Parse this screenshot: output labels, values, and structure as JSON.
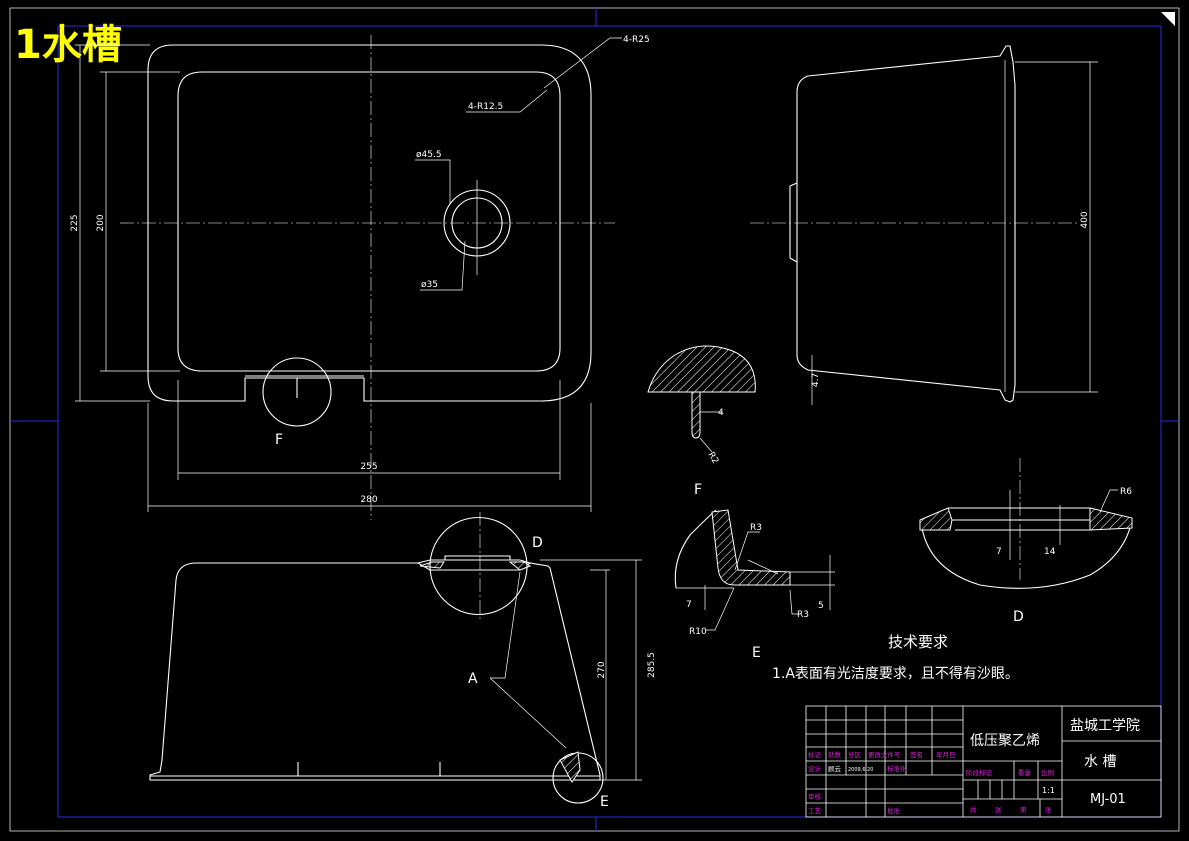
{
  "title": "1水槽",
  "dims": {
    "corner_r25": "4-R25",
    "corner_r125": "4-R12.5",
    "hole_outer": "ø45.5",
    "hole_inner": "ø35",
    "height_225": "225",
    "height_200": "200",
    "width_255": "255",
    "width_280": "280",
    "side_400": "400",
    "side_small": "4.7",
    "f_thick": "4",
    "f_radius": "R2",
    "d_radius": "R6",
    "d_7": "7",
    "d_14": "14",
    "e_r3a": "R3",
    "e_r3b": "R3",
    "e_r10": "R10",
    "e_7": "7",
    "e_5": "5",
    "front_270": "270",
    "front_2855": "285.5"
  },
  "labels": {
    "f_top": "F",
    "f_detail": "F",
    "d_front": "D",
    "d_detail": "D",
    "e_front": "E",
    "e_detail": "E",
    "a_front": "A"
  },
  "notes": {
    "heading": "技术要求",
    "item1": "1.A表面有光洁度要求，且不得有沙眼。"
  },
  "titleblock": {
    "material": "低压聚乙烯",
    "school": "盐城工学院",
    "part_name": "水  槽",
    "drawing_no": "MJ-01",
    "scale": "1:1",
    "row_headers": [
      "标记",
      "处数",
      "分区",
      "更改文件号",
      "签名",
      "年月日"
    ],
    "design": "设计",
    "designer": "顾云",
    "design_date": "2009.6.20",
    "standardize": "标准化",
    "check": "审核",
    "process": "工艺",
    "approve": "批准",
    "stage_mark": "阶段标记",
    "weight": "重量",
    "ratio": "比例",
    "total": "共",
    "sheets": "张",
    "page": "第",
    "sheet": "张"
  },
  "colors": {
    "background": "#000000",
    "line": "#ffffff",
    "border": "#2a2ae8",
    "title": "#ffff00",
    "table_small": "#e21de2"
  }
}
